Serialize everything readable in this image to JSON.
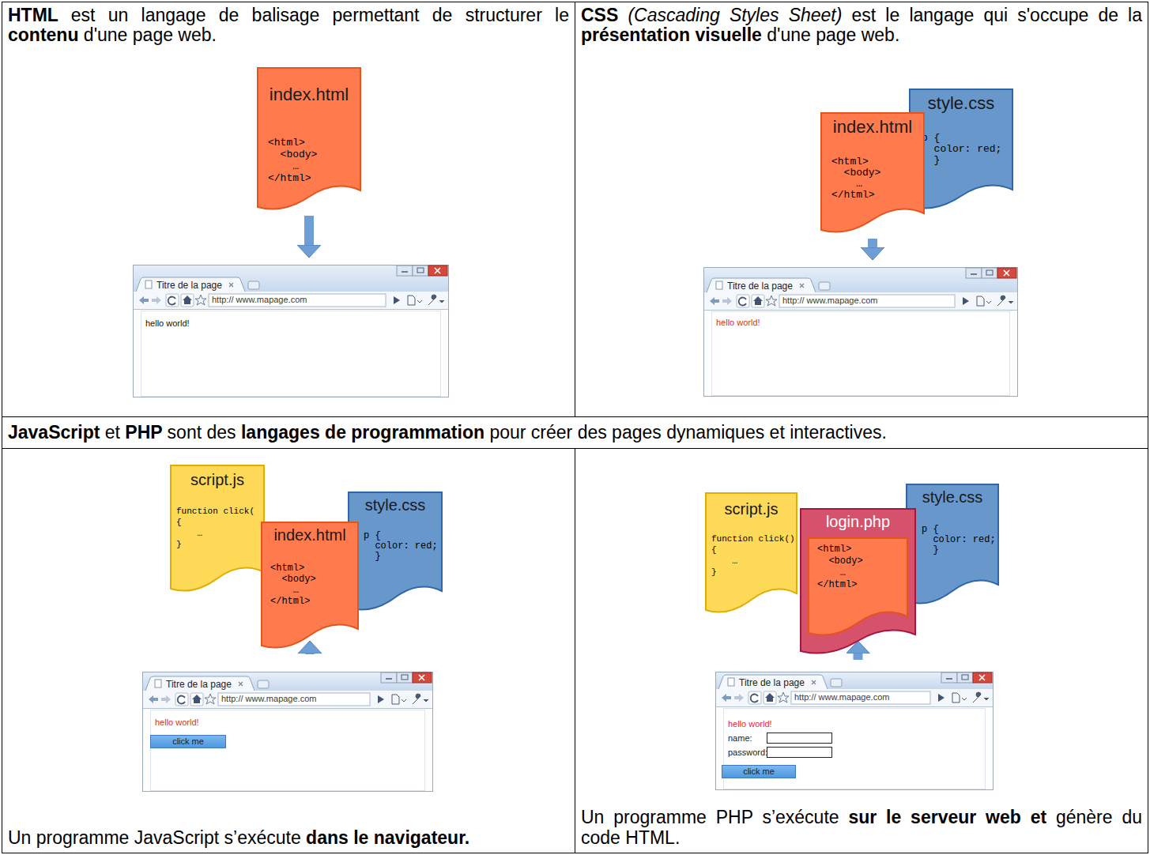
{
  "diagram": {
    "nodes": [
      {
        "text": [
          "HTML est un langage de balisage permettant de structurer le contenu d'une page web."
        ]
      },
      {
        "text": [
          "index.html",
          "<html>",
          "<body>",
          "…",
          "</html>"
        ],
        "in": 0
      },
      {
        "text": [
          "Titre de la page",
          "http:// www.mapage.com",
          "hello world!"
        ],
        "in": 0
      },
      {
        "text": [
          "CSS (Cascading Styles Sheet) est le langage qui s'occupe de la présentation visuelle d'une page web."
        ]
      },
      {
        "text": [
          "style.css",
          "p {",
          "color: red;",
          "}"
        ],
        "in": 3
      },
      {
        "text": [
          "index.html",
          "<html>",
          "<body>",
          "…",
          "</html>"
        ],
        "in": 3
      },
      {
        "text": [
          "Titre de la page",
          "http:// www.mapage.com",
          "hello world!"
        ],
        "in": 3
      },
      {
        "text": [
          "JavaScript et PHP sont des langages de programmation pour créer des pages dynamiques et interactives."
        ]
      },
      {
        "text": [
          "Un programme JavaScript s’exécute dans le navigateur."
        ]
      },
      {
        "text": [
          "script.js",
          "function click(",
          "{",
          "…",
          "}"
        ],
        "in": 8
      },
      {
        "text": [
          "index.html",
          "<html>",
          "<body>",
          "…",
          "</html>"
        ],
        "in": 8
      },
      {
        "text": [
          "style.css",
          "p {",
          "color: red;",
          "}"
        ],
        "in": 8
      },
      {
        "text": [
          "Titre de la page",
          "http:// www.mapage.com",
          "hello world!"
        ],
        "in": 8
      },
      {
        "text": [
          "click me"
        ],
        "in": 12
      },
      {
        "text": [
          "Un programme PHP s’exécute sur le serveur web et génère du code HTML."
        ]
      },
      {
        "text": [
          "script.js",
          "function click()",
          "{",
          "…",
          "}"
        ],
        "in": 14
      },
      {
        "text": [
          "style.css",
          "p {",
          "color: red;",
          "}"
        ],
        "in": 14
      },
      {
        "text": [
          "login.php"
        ],
        "in": 14
      },
      {
        "text": [
          "<html>",
          "<body>",
          "…",
          "</html>"
        ],
        "in": 17
      },
      {
        "text": [
          "Titre de la page",
          "http:// www.mapage.com",
          "hello world!",
          "name:",
          "password:"
        ],
        "in": 14
      },
      {
        "text": [
          "click me"
        ],
        "in": 19
      }
    ],
    "edges": [
      {
        "from": 1,
        "to": 2,
        "arrow": "to"
      },
      {
        "from": 5,
        "to": 6,
        "arrow": "to"
      },
      {
        "from": 10,
        "to": 12,
        "arrow": "to"
      },
      {
        "from": 17,
        "to": 19,
        "arrow": "to"
      }
    ]
  }
}
